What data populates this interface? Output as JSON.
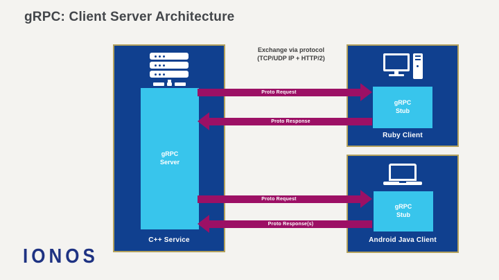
{
  "title": "gRPC: Client Server Architecture",
  "exchange_note": {
    "line1": "Exchange via protocol",
    "line2": "(TCP/UDP IP + HTTP/2)"
  },
  "server_box": {
    "icon": "server-rack-icon",
    "inner_label": "gRPC Server",
    "caption": "C++ Service"
  },
  "client_boxes": [
    {
      "icon": "desktop-computer-icon",
      "inner_label": "gRPC Stub",
      "caption": "Ruby Client"
    },
    {
      "icon": "laptop-icon",
      "inner_label": "gRPC Stub",
      "caption": "Android Java Client"
    }
  ],
  "arrows": [
    {
      "label": "Proto Request",
      "direction": "right"
    },
    {
      "label": "Proto Response",
      "direction": "left"
    },
    {
      "label": "Proto Request",
      "direction": "right"
    },
    {
      "label": "Proto Response(s)",
      "direction": "left"
    }
  ],
  "logo_text": "IONOS",
  "colors": {
    "background": "#f4f3f0",
    "box_navy": "#10408f",
    "box_border_gold": "#b3a15d",
    "inner_cyan": "#38c5ec",
    "arrow_magenta": "#9c1065",
    "title_text": "#43464a",
    "logo_navy": "#1e3282"
  }
}
